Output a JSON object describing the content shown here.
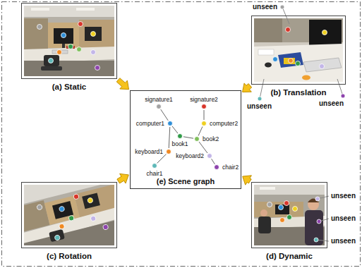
{
  "diagram": {
    "nodes": [
      {
        "text": [
          "(a) Static"
        ]
      },
      {
        "text": [
          "(b) Translation"
        ]
      },
      {
        "text": [
          "(e) Scene graph"
        ]
      },
      {
        "text": [
          "signature1"
        ],
        "in": 2
      },
      {
        "text": [
          "signature2"
        ],
        "in": 2
      },
      {
        "text": [
          "computer1"
        ],
        "in": 2
      },
      {
        "text": [
          "computer2"
        ],
        "in": 2
      },
      {
        "text": [
          "book1"
        ],
        "in": 2
      },
      {
        "text": [
          "book2"
        ],
        "in": 2
      },
      {
        "text": [
          "keyboard1"
        ],
        "in": 2
      },
      {
        "text": [
          "keyboard2"
        ],
        "in": 2
      },
      {
        "text": [
          "chair1"
        ],
        "in": 2
      },
      {
        "text": [
          "chair2"
        ],
        "in": 2
      },
      {
        "text": [
          "(c) Rotation"
        ]
      },
      {
        "text": [
          "(d) Dynamic"
        ]
      }
    ],
    "edges": [
      {
        "from": 0,
        "to": 2,
        "arrow": "to"
      },
      {
        "from": 1,
        "to": 2,
        "arrow": "to"
      },
      {
        "from": 13,
        "to": 2,
        "arrow": "to"
      },
      {
        "from": 14,
        "to": 2,
        "arrow": "to"
      },
      {
        "from": 3,
        "to": 5,
        "arrow": "none"
      },
      {
        "from": 5,
        "to": 7,
        "arrow": "none"
      },
      {
        "from": 5,
        "to": 9,
        "arrow": "none"
      },
      {
        "from": 9,
        "to": 11,
        "arrow": "none"
      },
      {
        "from": 4,
        "to": 6,
        "arrow": "none"
      },
      {
        "from": 6,
        "to": 8,
        "arrow": "none"
      },
      {
        "from": 8,
        "to": 10,
        "arrow": "none"
      },
      {
        "from": 10,
        "to": 12,
        "arrow": "none"
      },
      {
        "from": 7,
        "to": 8,
        "arrow": "none"
      }
    ],
    "labels": [
      "unseen",
      "unseen",
      "unseen",
      "unseen",
      "unseen",
      "unseen"
    ]
  }
}
